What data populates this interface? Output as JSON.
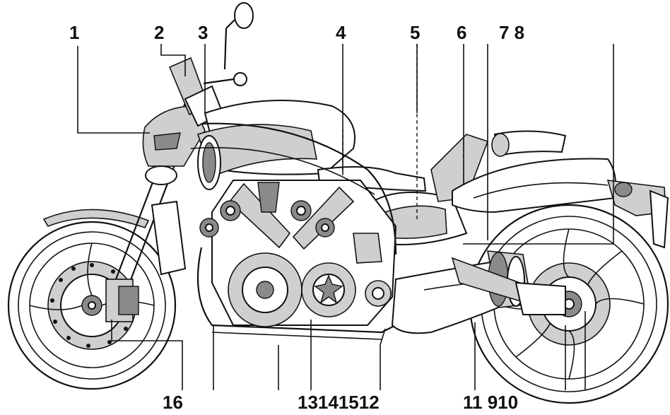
{
  "diagram": {
    "callouts": [
      {
        "id": "1",
        "text": "1"
      },
      {
        "id": "2",
        "text": "2"
      },
      {
        "id": "3",
        "text": "3"
      },
      {
        "id": "4",
        "text": "4"
      },
      {
        "id": "5",
        "text": "5"
      },
      {
        "id": "6",
        "text": "6"
      },
      {
        "id": "7-8",
        "text": "7 8"
      },
      {
        "id": "16",
        "text": "16"
      },
      {
        "id": "13-14-15-12",
        "text": "13141512"
      },
      {
        "id": "11-9-10",
        "text": "11 910"
      }
    ]
  }
}
